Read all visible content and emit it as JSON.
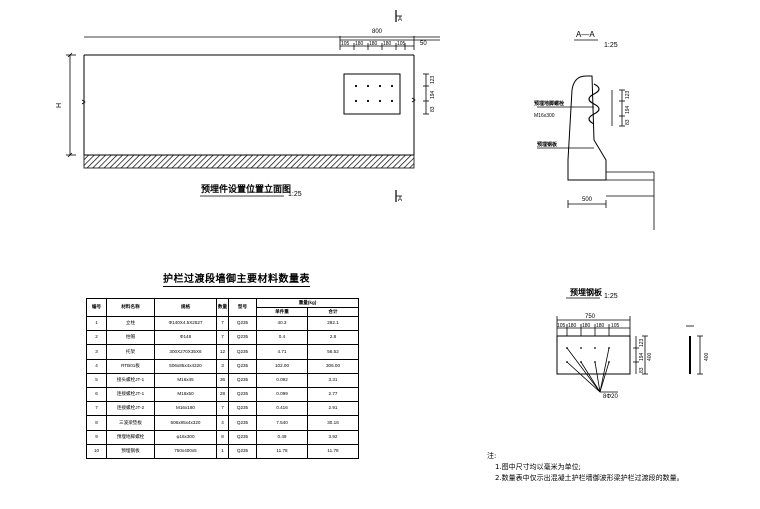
{
  "elevation": {
    "title": "预埋件设置位置立面图",
    "scale": "1:25",
    "dim_total": "800",
    "dim_parts": [
      "105",
      "180",
      "180",
      "180",
      "105"
    ],
    "dim_right": "50",
    "dim_vert": [
      "123",
      "194",
      "83"
    ],
    "height_label": "H",
    "section_mark": "A"
  },
  "section": {
    "title": "A—A",
    "scale": "1:25",
    "anchor_label_1": "预埋地脚螺栓",
    "anchor_label_2": "M16x300",
    "plate_label": "预埋钢板",
    "dim_bottom": "500",
    "dim_vert": [
      "123",
      "194",
      "83"
    ]
  },
  "table": {
    "title": "护栏过渡段墙御主要材料数量表",
    "headers": {
      "no": "编号",
      "name": "材料名称",
      "spec": "规格",
      "qty": "数量",
      "grade": "型号",
      "weight": "重量(kg)",
      "unit_w": "单件重",
      "total_w": "合计"
    },
    "rows": [
      {
        "no": "1",
        "name": "立柱",
        "spec": "Φ140X4.5X2527",
        "qty": "7",
        "grade": "Q235",
        "unit": "40.3",
        "total": "282.1"
      },
      {
        "no": "2",
        "name": "柱帽",
        "spec": "Φ148",
        "qty": "7",
        "grade": "Q235",
        "unit": "0.4",
        "total": "2.8"
      },
      {
        "no": "3",
        "name": "托架",
        "spec": "300X270X35X6",
        "qty": "12",
        "grade": "Q235",
        "unit": "4.71",
        "total": "56.52"
      },
      {
        "no": "4",
        "name": "RTB01板",
        "spec": "506x85x4x4320",
        "qty": "3",
        "grade": "Q235",
        "unit": "102.00",
        "total": "306.00"
      },
      {
        "no": "5",
        "name": "接头螺栓JT-1",
        "spec": "M16x45",
        "qty": "36",
        "grade": "Q235",
        "unit": "0.092",
        "total": "3.31"
      },
      {
        "no": "6",
        "name": "连接螺栓JT-1",
        "spec": "M16x50",
        "qty": "28",
        "grade": "Q235",
        "unit": "0.099",
        "total": "2.77"
      },
      {
        "no": "7",
        "name": "连接螺栓JT-2",
        "spec": "M16x180",
        "qty": "7",
        "grade": "Q235",
        "unit": "0.416",
        "total": "2.91"
      },
      {
        "no": "8",
        "name": "三波梁垫板",
        "spec": "506x85x4x320",
        "qty": "4",
        "grade": "Q235",
        "unit": "7.540",
        "total": "30.16"
      },
      {
        "no": "9",
        "name": "预埋地脚螺栓",
        "spec": "φ16x300",
        "qty": "8",
        "grade": "Q235",
        "unit": "0.49",
        "total": "3.92"
      },
      {
        "no": "10",
        "name": "预埋钢板",
        "spec": "750x400x5",
        "qty": "1",
        "grade": "Q235",
        "unit": "11.78",
        "total": "11.78"
      }
    ]
  },
  "plate": {
    "title": "预埋钢板",
    "scale": "1:25",
    "dim_total": "750",
    "dim_parts": [
      "105",
      "180",
      "180",
      "180",
      "105"
    ],
    "dim_vert": [
      "123",
      "194",
      "83"
    ],
    "height": "400",
    "side_height": "400",
    "hole_label": "8Φ20"
  },
  "notes": {
    "heading": "注:",
    "line1": "1.图中尺寸均以毫米为单位;",
    "line2": "2.数量表中仅示出混凝土护栏墙御波形梁护栏过渡段的数量。"
  }
}
